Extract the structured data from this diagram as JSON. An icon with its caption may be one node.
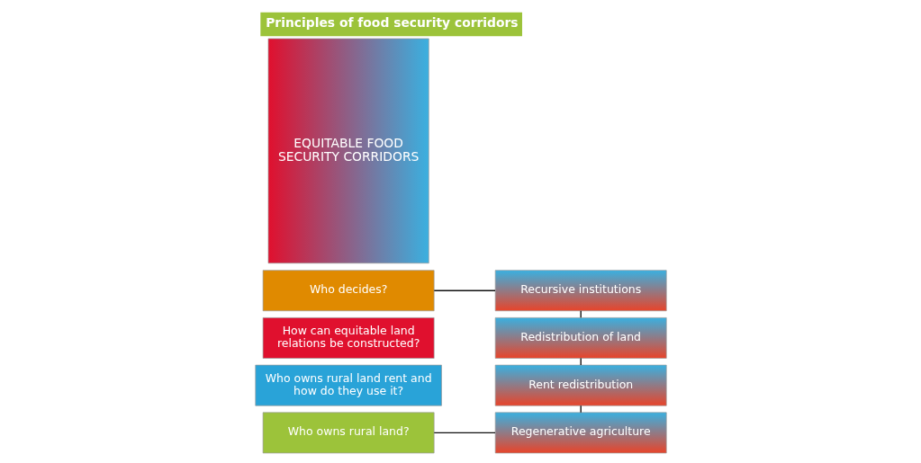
{
  "diagram": {
    "title": "Principles of food security corridors",
    "nodes": [
      {
        "text": [
          "Who decides?"
        ]
      },
      {
        "text": [
          "How can equitable land relations be constructed?"
        ]
      },
      {
        "text": [
          "Who owns rural land rent and how do they use it?"
        ]
      },
      {
        "text": [
          "Who owns rural land?"
        ]
      },
      {
        "text": [
          "Recursive institutions"
        ]
      },
      {
        "text": [
          "Redistribution of land"
        ]
      },
      {
        "text": [
          "Rent redistribution"
        ]
      },
      {
        "text": [
          "Regenerative agriculture"
        ]
      },
      {
        "text": [
          "EQUITABLE FOOD SECURITY CORRIDORS"
        ]
      }
    ],
    "edges": [
      {
        "from": 0,
        "to": 4,
        "arrow": "none"
      },
      {
        "from": 4,
        "to": 5,
        "arrow": "none"
      },
      {
        "from": 5,
        "to": 6,
        "arrow": "none"
      },
      {
        "from": 6,
        "to": 7,
        "arrow": "none"
      },
      {
        "from": 3,
        "to": 7,
        "arrow": "none"
      }
    ]
  }
}
